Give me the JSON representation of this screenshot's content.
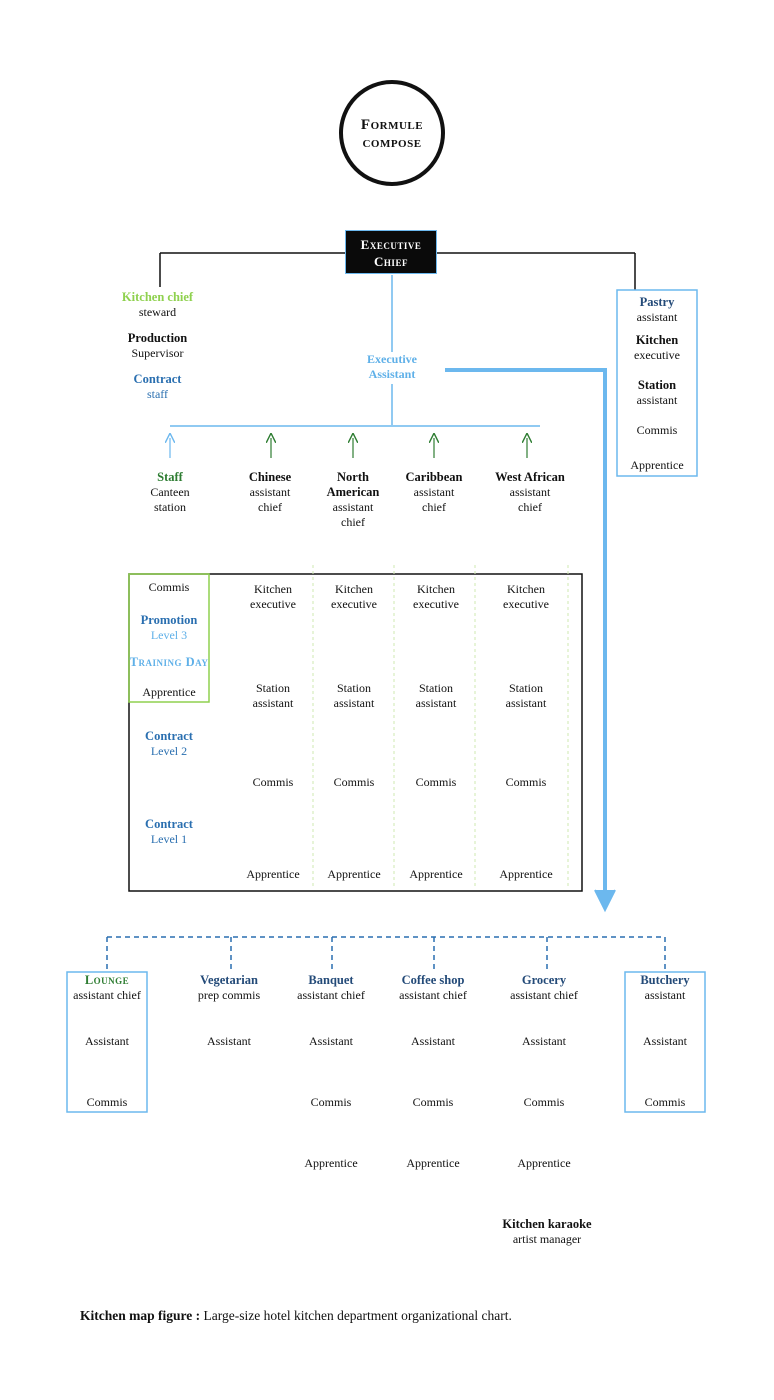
{
  "logo": {
    "line1": "Formule",
    "line2": "compose"
  },
  "top": {
    "line1": "Executive",
    "line2": "Chief"
  },
  "left_branch": {
    "k1": "Kitchen chief",
    "k2": "steward",
    "p1": "Production",
    "p2": "Supervisor",
    "c1": "Contract",
    "c2": "staff"
  },
  "exec_assistant": {
    "l1": "Executive",
    "l2": "Assistant"
  },
  "pastry": {
    "p1": "Pastry",
    "p2": "assistant",
    "k1": "Kitchen",
    "k2": "executive",
    "s1": "Station",
    "s2": "assistant",
    "commis": "Commis",
    "apprentice": "Apprentice"
  },
  "stations": [
    {
      "title": "Staff",
      "sub1": "Canteen",
      "sub2": "station"
    },
    {
      "title": "Chinese",
      "sub1": "assistant",
      "sub2": "chief"
    },
    {
      "title": "North",
      "title2": "American",
      "sub1": "assistant",
      "sub2": "chief"
    },
    {
      "title": "Caribbean",
      "sub1": "assistant",
      "sub2": "chief"
    },
    {
      "title": "West African",
      "sub1": "assistant",
      "sub2": "chief"
    }
  ],
  "grid_left": {
    "commis": "Commis",
    "promo1": "Promotion",
    "promo2": "Level 3",
    "training": "Training Day",
    "apprentice": "Apprentice",
    "c2a": "Contract",
    "c2b": "Level 2",
    "c1a": "Contract",
    "c1b": "Level 1"
  },
  "grid_col": {
    "ke1": "Kitchen",
    "ke2": "executive",
    "sa1": "Station",
    "sa2": "assistant",
    "commis": "Commis",
    "apprentice": "Apprentice"
  },
  "bottom": [
    {
      "title": "Lounge",
      "sub": "assistant chief",
      "rows": [
        "Assistant",
        "Commis"
      ]
    },
    {
      "title": "Vegetarian",
      "sub": "prep commis",
      "rows": [
        "Assistant"
      ]
    },
    {
      "title": "Banquet",
      "sub": "assistant chief",
      "rows": [
        "Assistant",
        "Commis",
        "Apprentice"
      ]
    },
    {
      "title": "Coffee shop",
      "sub": "assistant chief",
      "rows": [
        "Assistant",
        "Commis",
        "Apprentice"
      ]
    },
    {
      "title": "Grocery",
      "sub": "assistant chief",
      "rows": [
        "Assistant",
        "Commis",
        "Apprentice"
      ]
    },
    {
      "title": "Butchery",
      "sub": "assistant",
      "rows": [
        "Assistant",
        "Commis"
      ]
    }
  ],
  "karaoke": {
    "l1": "Kitchen karaoke",
    "l2": "artist manager"
  },
  "caption": {
    "bold": "Kitchen map figure :",
    "text": "Large-size hotel kitchen department organizational chart."
  },
  "colors": {
    "light_blue": "#6cb8ee",
    "dark_blue": "#2a6fb0",
    "green": "#2e7d32",
    "light_green": "#8fd14f"
  }
}
